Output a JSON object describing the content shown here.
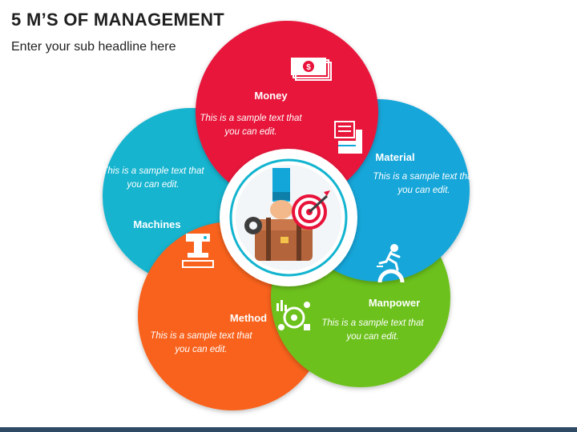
{
  "header": {
    "title": "5 M’S OF MANAGEMENT",
    "subtitle": "Enter your sub headline here"
  },
  "petals": [
    {
      "label": "Money",
      "text": "This is a sample text that you can edit.",
      "color": "#e8123a",
      "icon": "money-icon"
    },
    {
      "label": "Material",
      "text": "This is a sample text that you can edit.",
      "color": "#12a6d9",
      "icon": "material-icon"
    },
    {
      "label": "Manpower",
      "text": "This is a sample text that you can edit.",
      "color": "#6cc11e",
      "icon": "manpower-icon"
    },
    {
      "label": "Method",
      "text": "This is a sample text that you can edit.",
      "color": "#f8621c",
      "icon": "method-icon"
    },
    {
      "label": "Machines",
      "text": "This is a sample text that you can edit.",
      "color": "#12b4cf",
      "icon": "machines-icon"
    }
  ],
  "center": {
    "icon": "briefcase-target-icon"
  }
}
